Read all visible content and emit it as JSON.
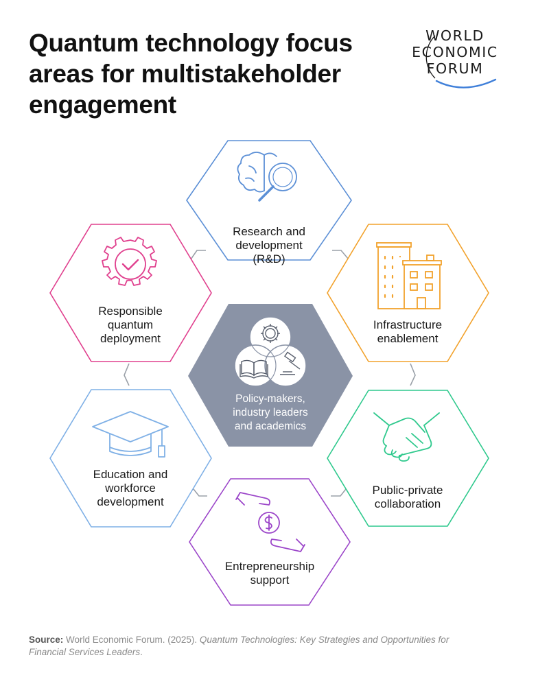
{
  "title": {
    "line1": "Quantum technology focus",
    "line2": "areas for multistakeholder",
    "line3": "engagement"
  },
  "logo": {
    "line1": "WORLD",
    "line2": "ECONOMIC",
    "line3": "FORUM"
  },
  "center": {
    "line1": "Policy-makers,",
    "line2": "industry leaders",
    "line3": "and academics"
  },
  "areas": [
    {
      "id": "rd",
      "lines": [
        "Research and",
        "development",
        "(R&D)"
      ],
      "color": "#5b8fd6",
      "icon": "brain-magnifier-icon"
    },
    {
      "id": "infrastructure",
      "lines": [
        "Infrastructure",
        "enablement"
      ],
      "color": "#f2a22c",
      "icon": "buildings-icon"
    },
    {
      "id": "public-private",
      "lines": [
        "Public-private",
        "collaboration"
      ],
      "color": "#2fc98d",
      "icon": "handshake-icon"
    },
    {
      "id": "entrepreneurship",
      "lines": [
        "Entrepreneurship",
        "support"
      ],
      "color": "#9b45c9",
      "icon": "hand-coin-icon"
    },
    {
      "id": "education",
      "lines": [
        "Education and",
        "workforce",
        "development"
      ],
      "color": "#7fb0e6",
      "icon": "graduation-cap-icon"
    },
    {
      "id": "responsible",
      "lines": [
        "Responsible",
        "quantum",
        "deployment"
      ],
      "color": "#e0408e",
      "icon": "gear-check-icon"
    }
  ],
  "colors": {
    "center_fill": "#8a93a6",
    "connector": "#9aa0a8"
  },
  "source": {
    "label": "Source:",
    "text": " World Economic Forum. (2025). ",
    "title": "Quantum Technologies: Key Strategies and Opportunities for Financial Services Leaders",
    "end": "."
  }
}
